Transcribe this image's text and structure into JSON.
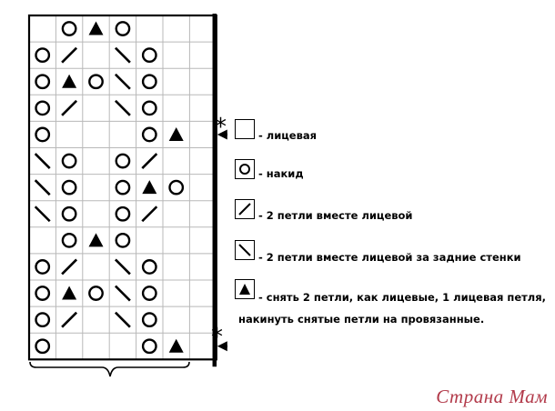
{
  "chart": {
    "columns": 7,
    "rows": [
      [
        " ",
        "O",
        "A",
        "O",
        " ",
        " ",
        " "
      ],
      [
        "O",
        "/",
        " ",
        "\\",
        "O",
        " ",
        " "
      ],
      [
        "O",
        "A",
        "O",
        "\\",
        "O",
        " ",
        " "
      ],
      [
        "O",
        "/",
        " ",
        "\\",
        "O",
        " ",
        " "
      ],
      [
        "O",
        " ",
        " ",
        " ",
        "O",
        "A",
        " "
      ],
      [
        "\\",
        "O",
        " ",
        "O",
        "/",
        " ",
        " "
      ],
      [
        "\\",
        "O",
        " ",
        "O",
        "A",
        "O",
        " "
      ],
      [
        "\\",
        "O",
        " ",
        "O",
        "/",
        " ",
        " "
      ],
      [
        " ",
        "O",
        "A",
        "O",
        " ",
        " ",
        " "
      ],
      [
        "O",
        "/",
        " ",
        "\\",
        "O",
        " ",
        " "
      ],
      [
        "O",
        "A",
        "O",
        "\\",
        "O",
        " ",
        " "
      ],
      [
        "O",
        "/",
        " ",
        "\\",
        "O",
        " ",
        " "
      ],
      [
        "O",
        " ",
        " ",
        " ",
        "O",
        "A",
        " "
      ]
    ],
    "marker_rows": [
      4,
      12
    ],
    "marker_symbol": "*"
  },
  "legend": {
    "items": [
      {
        "symbol": "empty",
        "text": "- лицевая"
      },
      {
        "symbol": "circle",
        "text": "- накид"
      },
      {
        "symbol": "slash",
        "text": "- 2 петли вместе лицевой"
      },
      {
        "symbol": "backslash",
        "text": "- 2 петли вместе лицевой за задние стенки"
      },
      {
        "symbol": "triangle",
        "text": "- снять 2 петли, как лицевые, 1 лицевая петля,"
      }
    ],
    "continuation": "накинуть снятые петли на провязанные."
  },
  "watermark": "Страна Мам"
}
